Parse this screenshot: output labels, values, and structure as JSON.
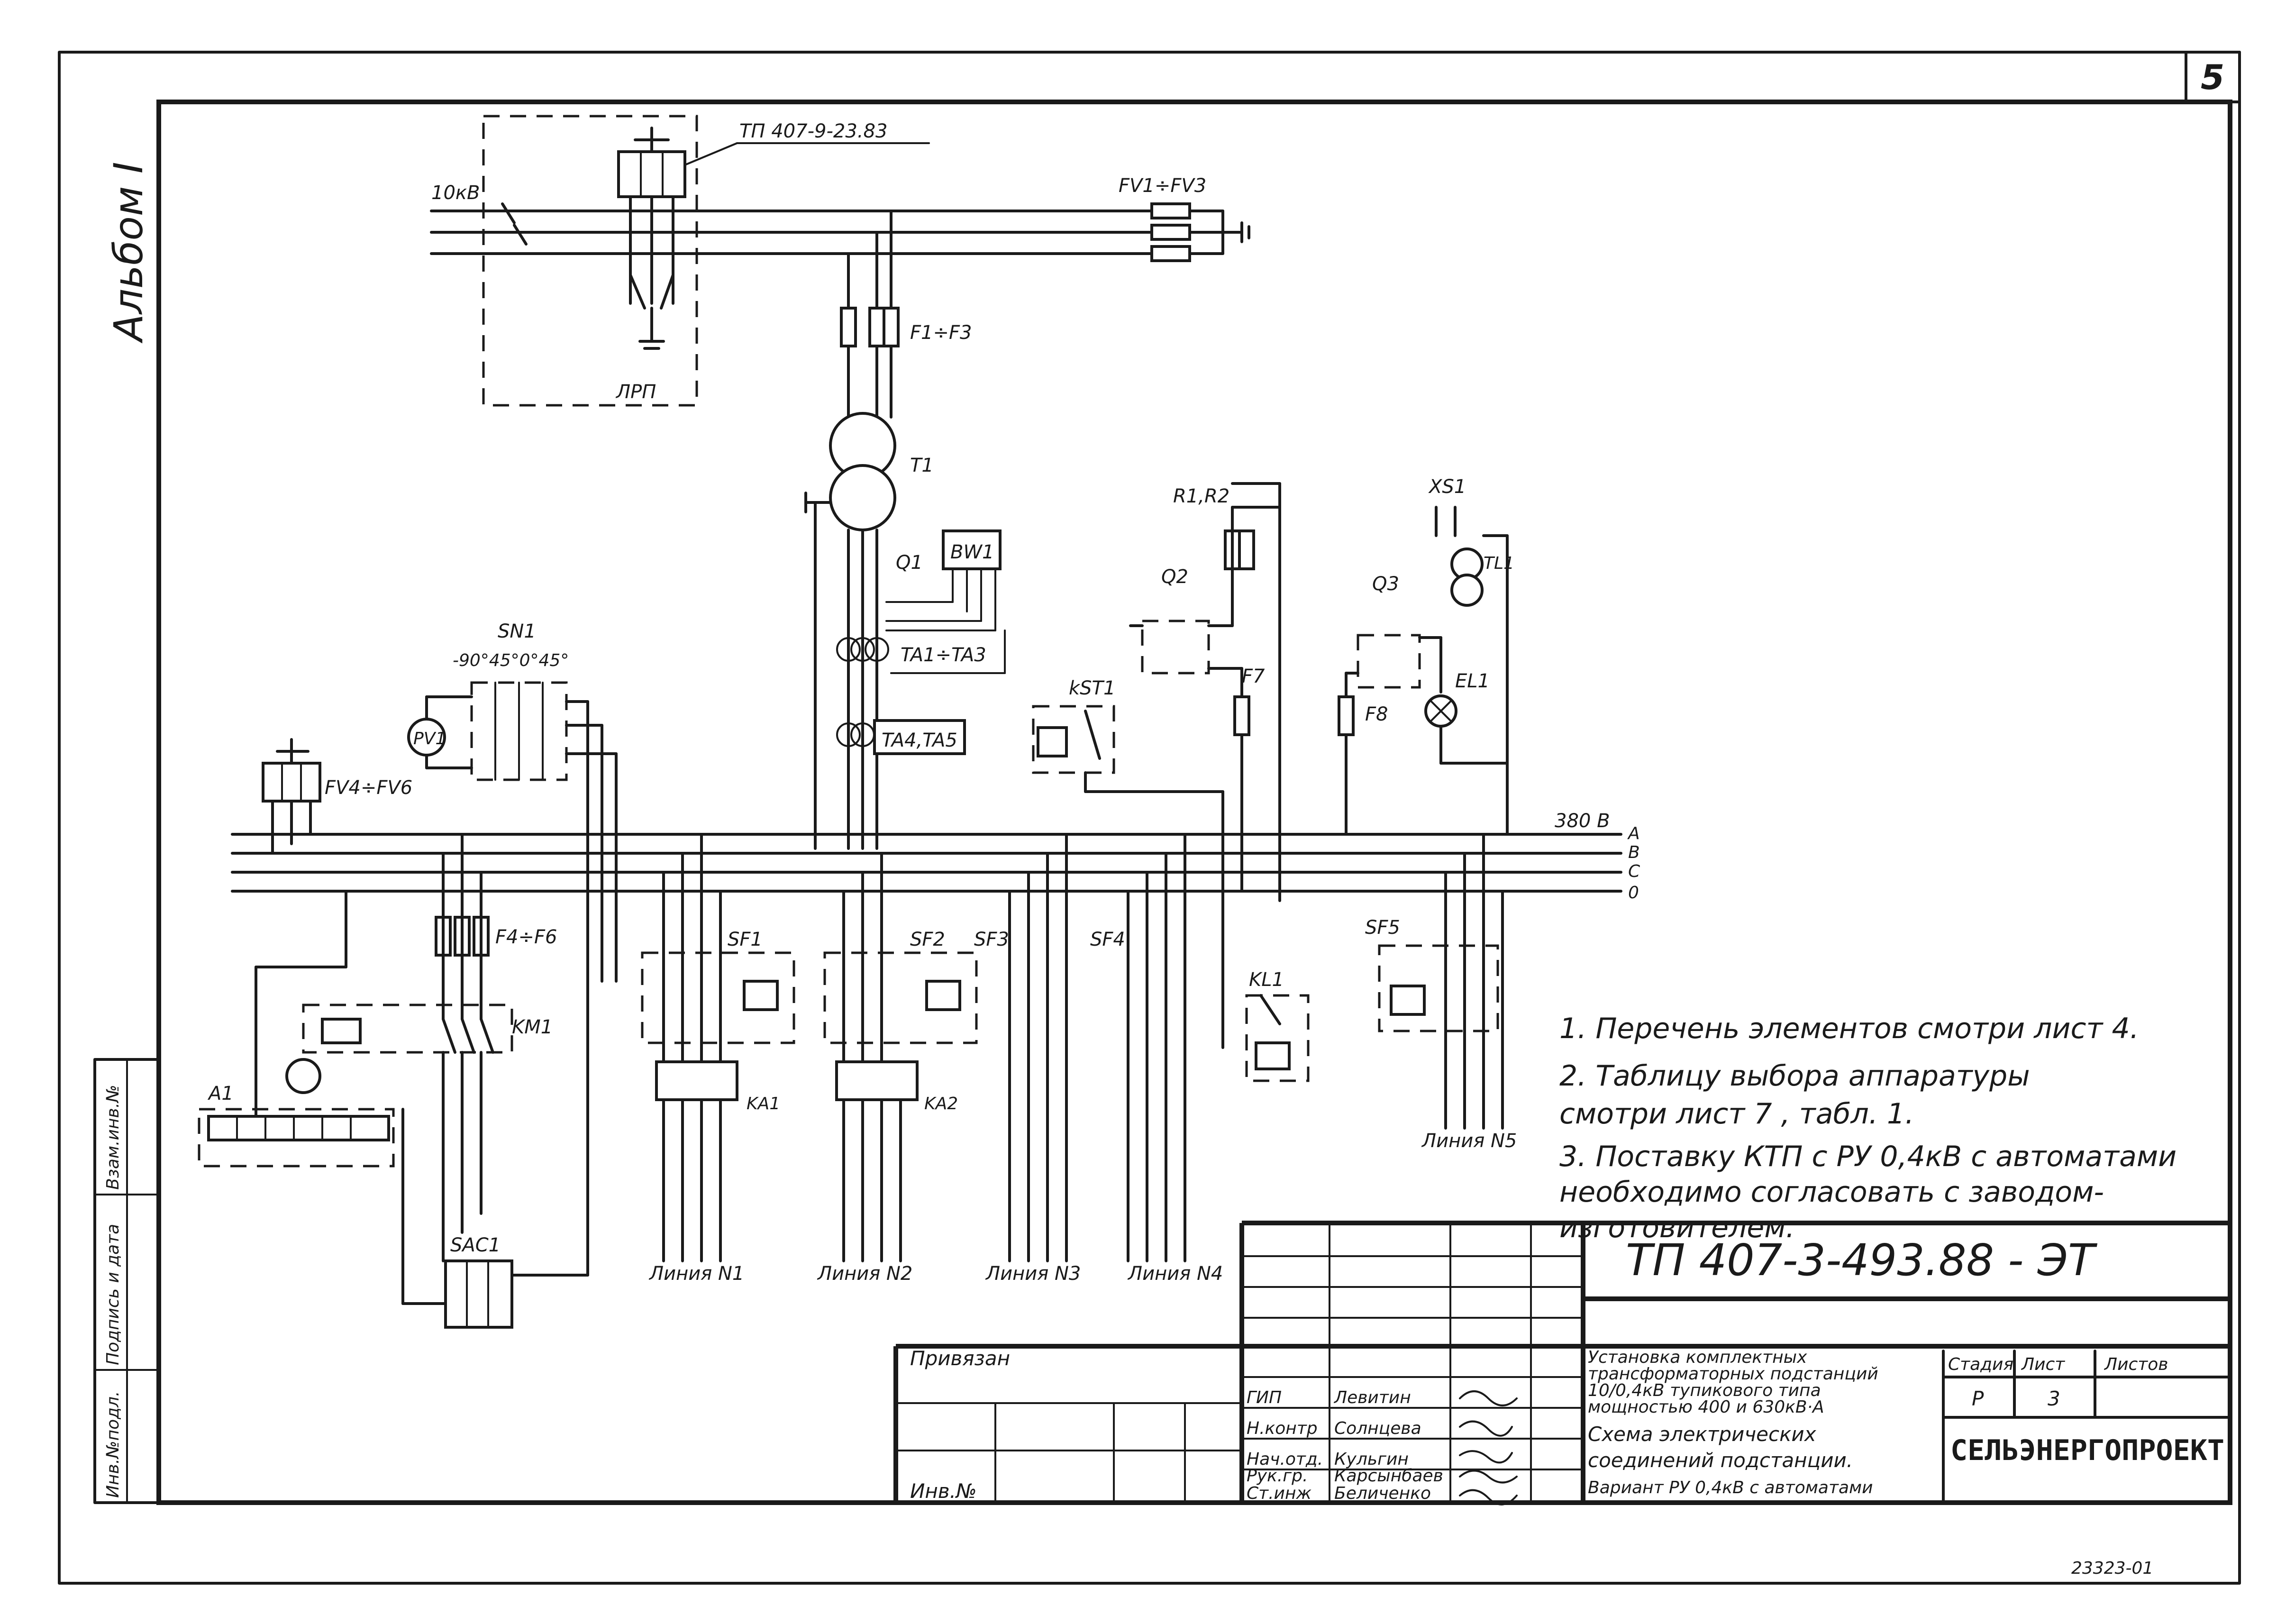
{
  "page_number": "5",
  "album": "Альбом I",
  "side_stamp": [
    "Инв.№подл.",
    "Подпись и дата",
    "Взам.инв.№"
  ],
  "labels": {
    "lrp_ref": "ТП 407-9-23.83",
    "hv": "10кВ",
    "lrp": "ЛРП",
    "fv13": "FV1÷FV3",
    "f13": "F1÷F3",
    "t1": "T1",
    "q1": "Q1",
    "bw1": "BW1",
    "ta13": "TA1÷TA3",
    "ta45": "TA4,TA5",
    "kst1": "kST1",
    "sn1": "SN1",
    "sn1_pos": "-90°45°0°45°",
    "pv1": "PV1",
    "fv46": "FV4÷FV6",
    "r12": "R1,R2",
    "q2": "Q2",
    "q3": "Q3",
    "f7": "F7",
    "f8": "F8",
    "xs1": "XS1",
    "tl1": "TL1",
    "el1": "EL1",
    "bus": "380 В",
    "phases": [
      "A",
      "B",
      "C",
      "0"
    ],
    "f46": "F4÷F6",
    "km1": "KM1",
    "a1": "A1",
    "sf1": "SF1",
    "sf2": "SF2",
    "sf3": "SF3",
    "sf4": "SF4",
    "sf5": "SF5",
    "ka1": "KA1",
    "ka2": "KA2",
    "kl1": "KL1",
    "sac1": "SAC1",
    "line1": "Линия N1",
    "line2": "Линия N2",
    "line3": "Линия N3",
    "line4": "Линия N4",
    "line5": "Линия N5"
  },
  "notes": [
    "1. Перечень   элементов  смотри  лист 4.",
    "2. Таблицу  выбора  аппаратуры",
    "    смотри   лист 7 ,  табл. 1.",
    "3. Поставку  КТП с РУ 0,4кВ с автоматами",
    "    необходимо  согласовать  с заводом-",
    "    изготовителем."
  ],
  "title_block": {
    "doc_number": "ТП 407-3-493.88  -  ЭТ",
    "privyazan": "Привязан",
    "inv": "Инв.№",
    "roles": [
      "ГИП",
      "Н.контр",
      "Нач.отд.",
      "Рук.гр.",
      "Ст.инж"
    ],
    "names": [
      "Левитин",
      "Солнцева",
      "Кульгин",
      "Карсынбаев",
      "Беличенко"
    ],
    "project": [
      "Установка комплектных",
      "трансформаторных подстанций",
      "10/0,4кВ тупикового типа",
      "мощностью 400 и 630кВ·А"
    ],
    "sheet_title": [
      "Схема  электрических",
      "соединений  подстанции.",
      "Вариант РУ 0,4кВ с автоматами"
    ],
    "stage_h": "Стадия",
    "sheet_h": "Лист",
    "sheets_h": "Листов",
    "stage": "Р",
    "sheet": "3",
    "org": "СЕЛЬЭНЕРГОПРОЕКТ"
  },
  "archive_no": "23323-01"
}
